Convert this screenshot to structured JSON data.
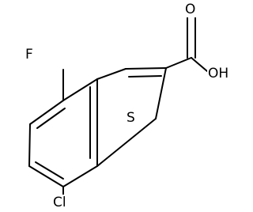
{
  "molecule": {
    "atoms": {
      "fluorine": "F",
      "sulfur": "S",
      "chlorine": "Cl",
      "hydroxyl": "OH",
      "carbonyl_oxygen": "O"
    },
    "bond_color": "#000000",
    "label_color": "#000000",
    "background": "#ffffff"
  }
}
